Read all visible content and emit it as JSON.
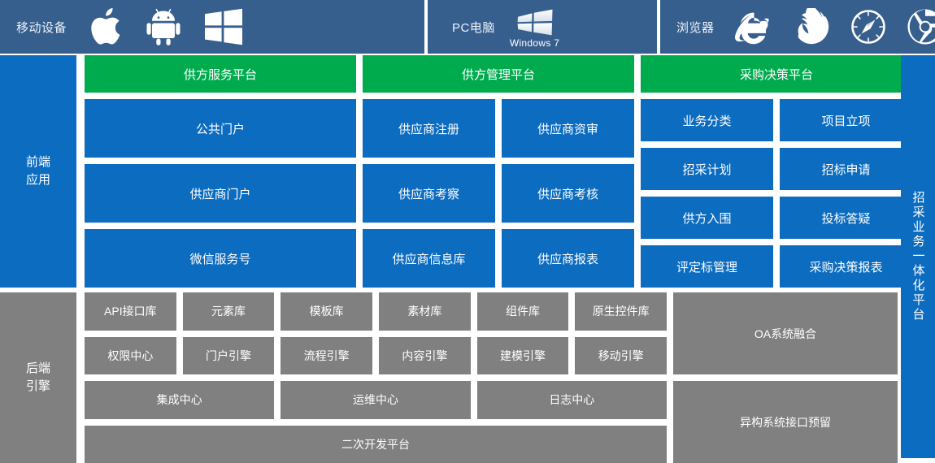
{
  "header": {
    "segments": [
      {
        "label": "移动设备",
        "name": "mobile-devices",
        "icons": [
          "apple-icon",
          "android-icon",
          "windows-phone-icon"
        ]
      },
      {
        "label": "PC电脑",
        "name": "pc-computer",
        "icons": [
          "windows7-icon"
        ],
        "windows_caption": "Windows 7"
      },
      {
        "label": "浏览器",
        "name": "browsers",
        "icons": [
          "internet-explorer-icon",
          "firefox-icon",
          "safari-icon",
          "chrome-icon"
        ]
      }
    ]
  },
  "frontend": {
    "side_label": "前端\n应用",
    "columns": [
      {
        "platform": "供方服务平台",
        "cards": [
          [
            "公共门户"
          ],
          [
            "供应商门户"
          ],
          [
            "微信服务号"
          ]
        ]
      },
      {
        "platform": "供方管理平台",
        "cards": [
          [
            "供应商注册",
            "供应商资审"
          ],
          [
            "供应商考察",
            "供应商考核"
          ],
          [
            "供应商信息库",
            "供应商报表"
          ]
        ]
      },
      {
        "platform": "采购决策平台",
        "cards": [
          [
            "业务分类",
            "项目立项"
          ],
          [
            "招采计划",
            "招标申请"
          ],
          [
            "供方入围",
            "投标答疑"
          ],
          [
            "评定标管理",
            "采购决策报表"
          ]
        ]
      }
    ]
  },
  "right_bar": {
    "label": "招采业务一体化平台"
  },
  "backend": {
    "side_label": "后端\n引擎",
    "row1": [
      "API接口库",
      "元素库",
      "模板库",
      "素材库",
      "组件库",
      "原生控件库"
    ],
    "row2": [
      "权限中心",
      "门户引擎",
      "流程引擎",
      "内容引擎",
      "建模引擎",
      "移动引擎"
    ],
    "row3": [
      "集成中心",
      "运维中心",
      "日志中心"
    ],
    "row4": "二次开发平台",
    "right_cards": [
      "OA系统融合",
      "异构系统接口预留"
    ]
  },
  "colors": {
    "header_blue": "#375f8e",
    "card_blue": "#0c6cc0",
    "platform_green": "#00ab4e",
    "engine_gray": "#808080",
    "text_white": "#ffffff"
  }
}
